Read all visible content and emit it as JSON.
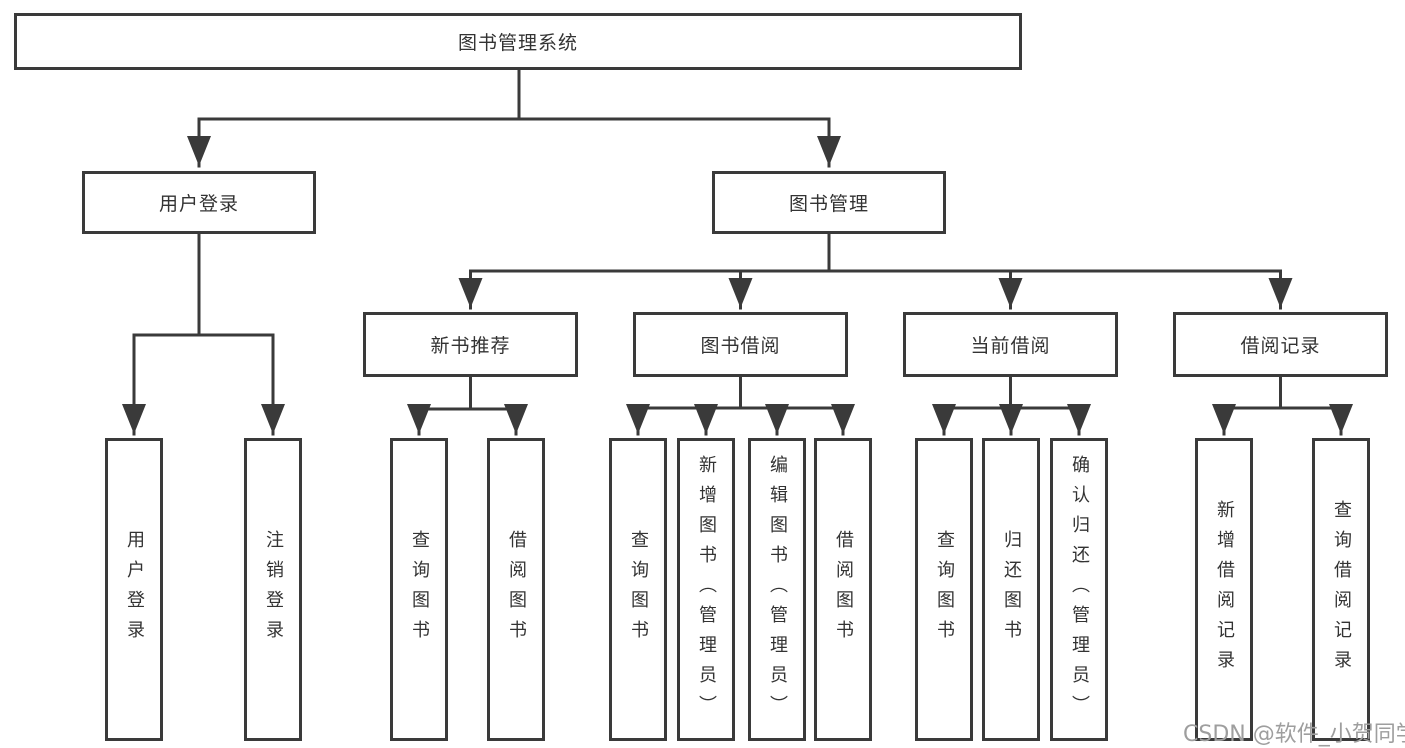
{
  "tree": {
    "root": {
      "label": "图书管理系统"
    },
    "branches": [
      {
        "label": "用户登录",
        "children": [
          "用户登录",
          "注销登录"
        ]
      },
      {
        "label": "图书管理",
        "children": [
          {
            "label": "新书推荐",
            "children": [
              "查询图书",
              "借阅图书"
            ]
          },
          {
            "label": "图书借阅",
            "children": [
              "查询图书",
              "新增图书（管理员）",
              "编辑图书（管理员）",
              "借阅图书"
            ]
          },
          {
            "label": "当前借阅",
            "children": [
              "查询图书",
              "归还图书",
              "确认归还（管理员）"
            ]
          },
          {
            "label": "借阅记录",
            "children": [
              "新增借阅记录",
              "查询借阅记录"
            ]
          }
        ]
      }
    ]
  },
  "watermark": "CSDN @软件_小贺同学",
  "colors": {
    "line": "#3a3a3a",
    "text": "#333333",
    "box_background": "#ffffff",
    "watermark": "#9e9e9e",
    "page_background": "#ffffff"
  }
}
